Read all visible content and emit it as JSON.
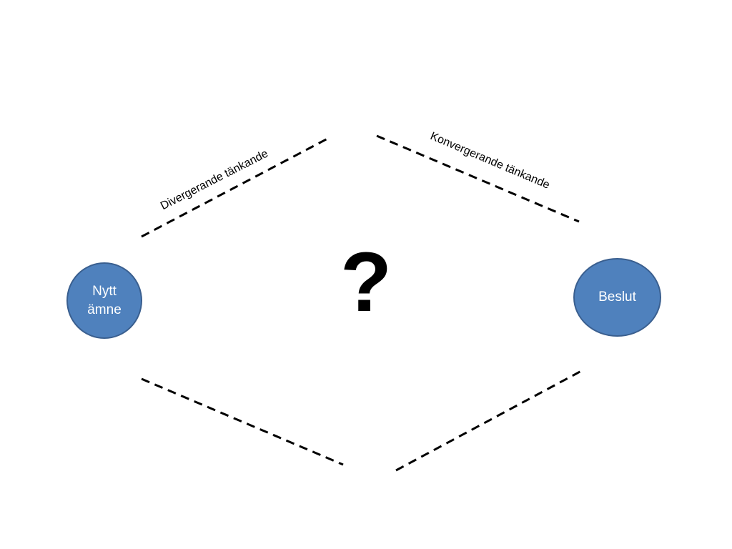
{
  "colors": {
    "node_fill": "#4f81bd",
    "node_border": "#3a5f8f",
    "dash_line": "#000000"
  },
  "nodes": {
    "start": {
      "line1": "Nytt",
      "line2": "ämne"
    },
    "end": {
      "label": "Beslut"
    }
  },
  "labels": {
    "divergent": "Divergerande tänkande",
    "convergent": "Konvergerande tänkande"
  },
  "center": {
    "symbol": "?"
  }
}
